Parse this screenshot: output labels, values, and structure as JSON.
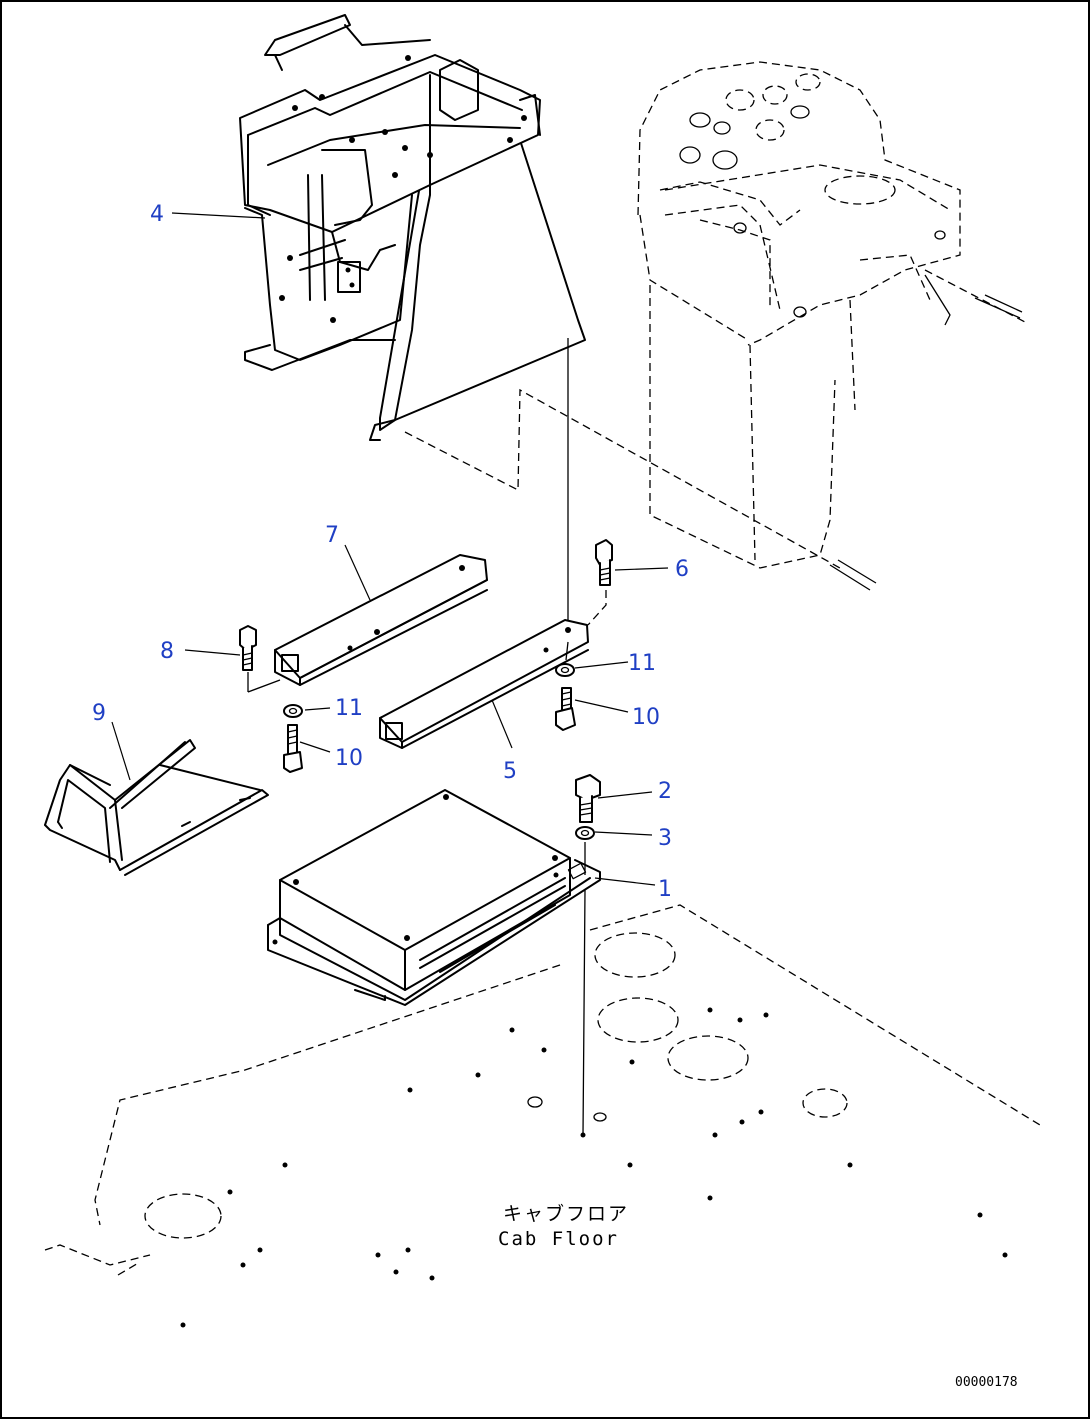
{
  "callouts": [
    {
      "id": "c4",
      "label": "4"
    },
    {
      "id": "c7",
      "label": "7"
    },
    {
      "id": "c6",
      "label": "6"
    },
    {
      "id": "c8",
      "label": "8"
    },
    {
      "id": "c11a",
      "label": "11"
    },
    {
      "id": "c9",
      "label": "9"
    },
    {
      "id": "c11b",
      "label": "11"
    },
    {
      "id": "c10a",
      "label": "10"
    },
    {
      "id": "c10b",
      "label": "10"
    },
    {
      "id": "c5",
      "label": "5"
    },
    {
      "id": "c2",
      "label": "2"
    },
    {
      "id": "c3",
      "label": "3"
    },
    {
      "id": "c1",
      "label": "1"
    }
  ],
  "floor_label": {
    "jp": "キャブフロア",
    "en": "Cab Floor"
  },
  "drawing_number": "00000178",
  "colors": {
    "callout": "#1f3fc4",
    "line": "#000000",
    "background": "#ffffff"
  }
}
